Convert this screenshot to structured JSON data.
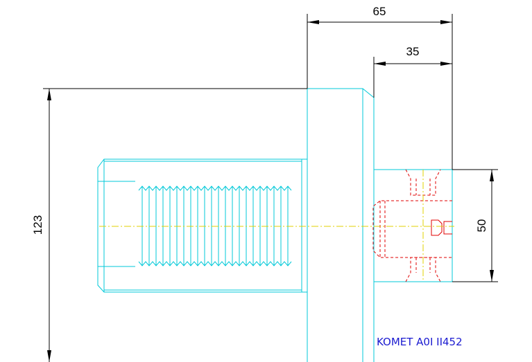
{
  "drawing": {
    "dimensions": {
      "top_width": "65",
      "mid_width": "35",
      "height": "123",
      "right_height": "50"
    },
    "label": "KOMET A0I II452"
  },
  "colors": {
    "outline": "#00c8d8",
    "hidden_lines": "#e00000",
    "centerline": "#e0d000",
    "dimension": "#000000",
    "label": "#1a1ad0"
  }
}
